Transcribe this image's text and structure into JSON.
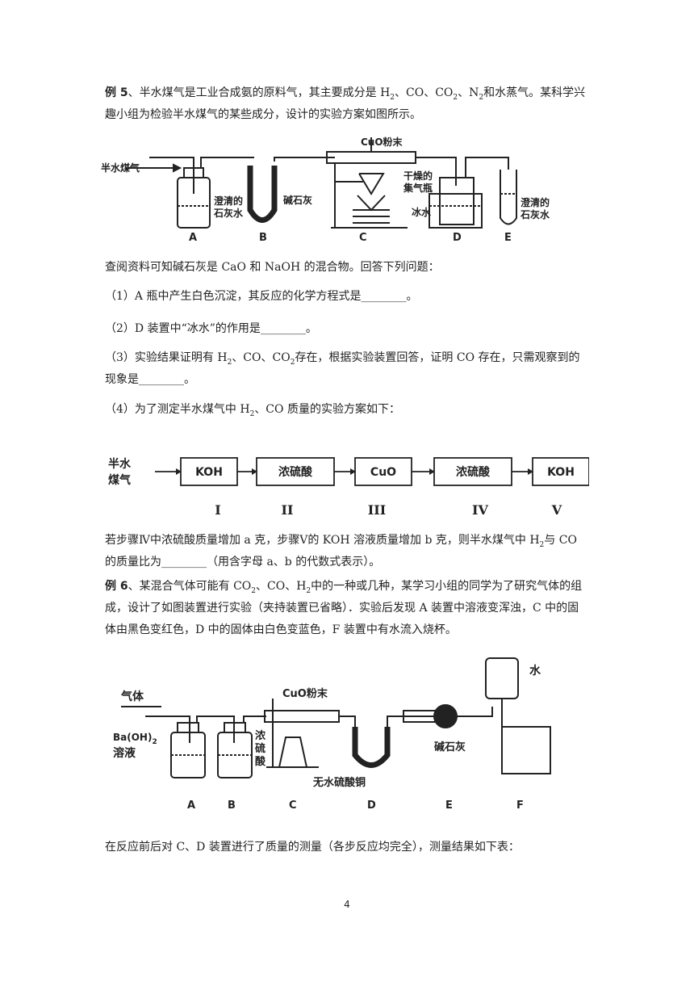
{
  "ex5": {
    "label": "例 5",
    "intro_a": "、半水煤气是工业合成氨的原料气，其主要成分是 H",
    "intro_b": "、CO、CO",
    "intro_c": "、N",
    "intro_d": "和水蒸气。某科学兴趣小组为检验半水煤气的某些成分，设计的实验方案如图所示。",
    "sub2": "2",
    "fig1": {
      "inlet": "半水煤气",
      "cuo": "CuO粉末",
      "limewater_a": [
        "澄清的",
        "石灰水"
      ],
      "soda_lime": "碱石灰",
      "dry_bottle": [
        "干燥的",
        "集气瓶"
      ],
      "ice_water": "冰水",
      "limewater_e": [
        "澄清的",
        "石灰水"
      ],
      "labels": [
        "A",
        "B",
        "C",
        "D",
        "E"
      ]
    },
    "note": "查阅资料可知碱石灰是 CaO 和 NaOH 的混合物。回答下列问题：",
    "q1": "（1）A 瓶中产生白色沉淀，其反应的化学方程式是________。",
    "q2": "（2）D 装置中“冰水”的作用是________。",
    "q3_a": "（3）实验结果证明有 H",
    "q3_b": "、CO、CO",
    "q3_c": "存在，根据实验装置回答，证明 CO 存在，只需观察到的现象是________。",
    "q4_a": "（4）为了测定半水煤气中 H",
    "q4_b": "、CO 质量的实验方案如下：",
    "flow": {
      "inlet": [
        "半水",
        "煤气"
      ],
      "boxes": [
        "KOH",
        "浓硫酸",
        "CuO",
        "浓硫酸",
        "KOH"
      ],
      "steps": [
        "I",
        "II",
        "III",
        "IV",
        "V"
      ]
    },
    "q4_text_a": "若步骤Ⅳ中浓硫酸质量增加 a 克，步骤Ⅴ的 KOH 溶液质量增加 b 克，则半水煤气中 H",
    "q4_text_b": "与 CO 的质量比为________（用含字母 a、b 的代数式表示）。"
  },
  "ex6": {
    "label": "例 6",
    "text_a": "、某混合气体可能有 CO",
    "text_b": "、CO、H",
    "text_c": "中的一种或几种，某学习小组的同学为了研究气体的组成，设计了如图装置进行实验（夹持装置已省略）．实验后发现 A 装置中溶液变浑浊，C 中的固体由黑色变红色，D 中的固体由白色变蓝色，F 装置中有水流入烧杯。",
    "fig2": {
      "gas": "气体",
      "baoh": "Ba(OH)",
      "baoh_sub": "2",
      "solution": "溶液",
      "h2so4": [
        "浓",
        "硫",
        "酸"
      ],
      "cuo": "CuO粉末",
      "cuso4": "无水硫酸铜",
      "soda_lime": "碱石灰",
      "water": "水",
      "labels": [
        "A",
        "B",
        "C",
        "D",
        "E",
        "F"
      ]
    },
    "table_intro": "在反应前后对 C、D 装置进行了质量的测量（各步反应均完全），测量结果如下表："
  },
  "page_number": "4"
}
